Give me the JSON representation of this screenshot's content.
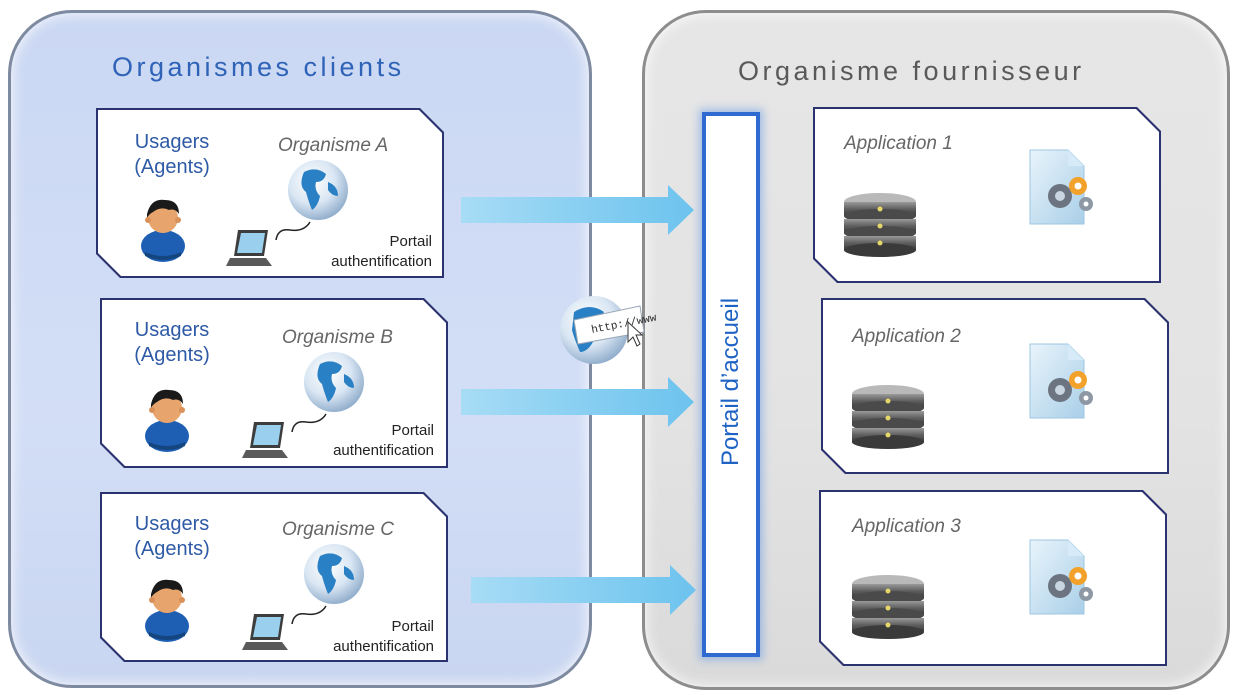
{
  "left_panel": {
    "title": "Organismes clients"
  },
  "right_panel": {
    "title": "Organisme fournisseur"
  },
  "portal": {
    "label": "Portail d’accueil"
  },
  "client_cards": [
    {
      "usagers": "Usagers",
      "agents": "(Agents)",
      "org": "Organisme A",
      "portail": "Portail",
      "auth": "authentification"
    },
    {
      "usagers": "Usagers",
      "agents": "(Agents)",
      "org": "Organisme B",
      "portail": "Portail",
      "auth": "authentification"
    },
    {
      "usagers": "Usagers",
      "agents": "(Agents)",
      "org": "Organisme C",
      "portail": "Portail",
      "auth": "authentification"
    }
  ],
  "applications": [
    {
      "name": "Application 1"
    },
    {
      "name": "Application 2"
    },
    {
      "name": "Application 3"
    }
  ],
  "web_globe_text": "http://www",
  "colors": {
    "clients_panel": "#cbd8f3",
    "supplier_panel": "#e3e3e3",
    "title_blue": "#2e63b7",
    "arrow_blue": "#8fd2f2",
    "portal_blue": "#2f6ad0"
  }
}
